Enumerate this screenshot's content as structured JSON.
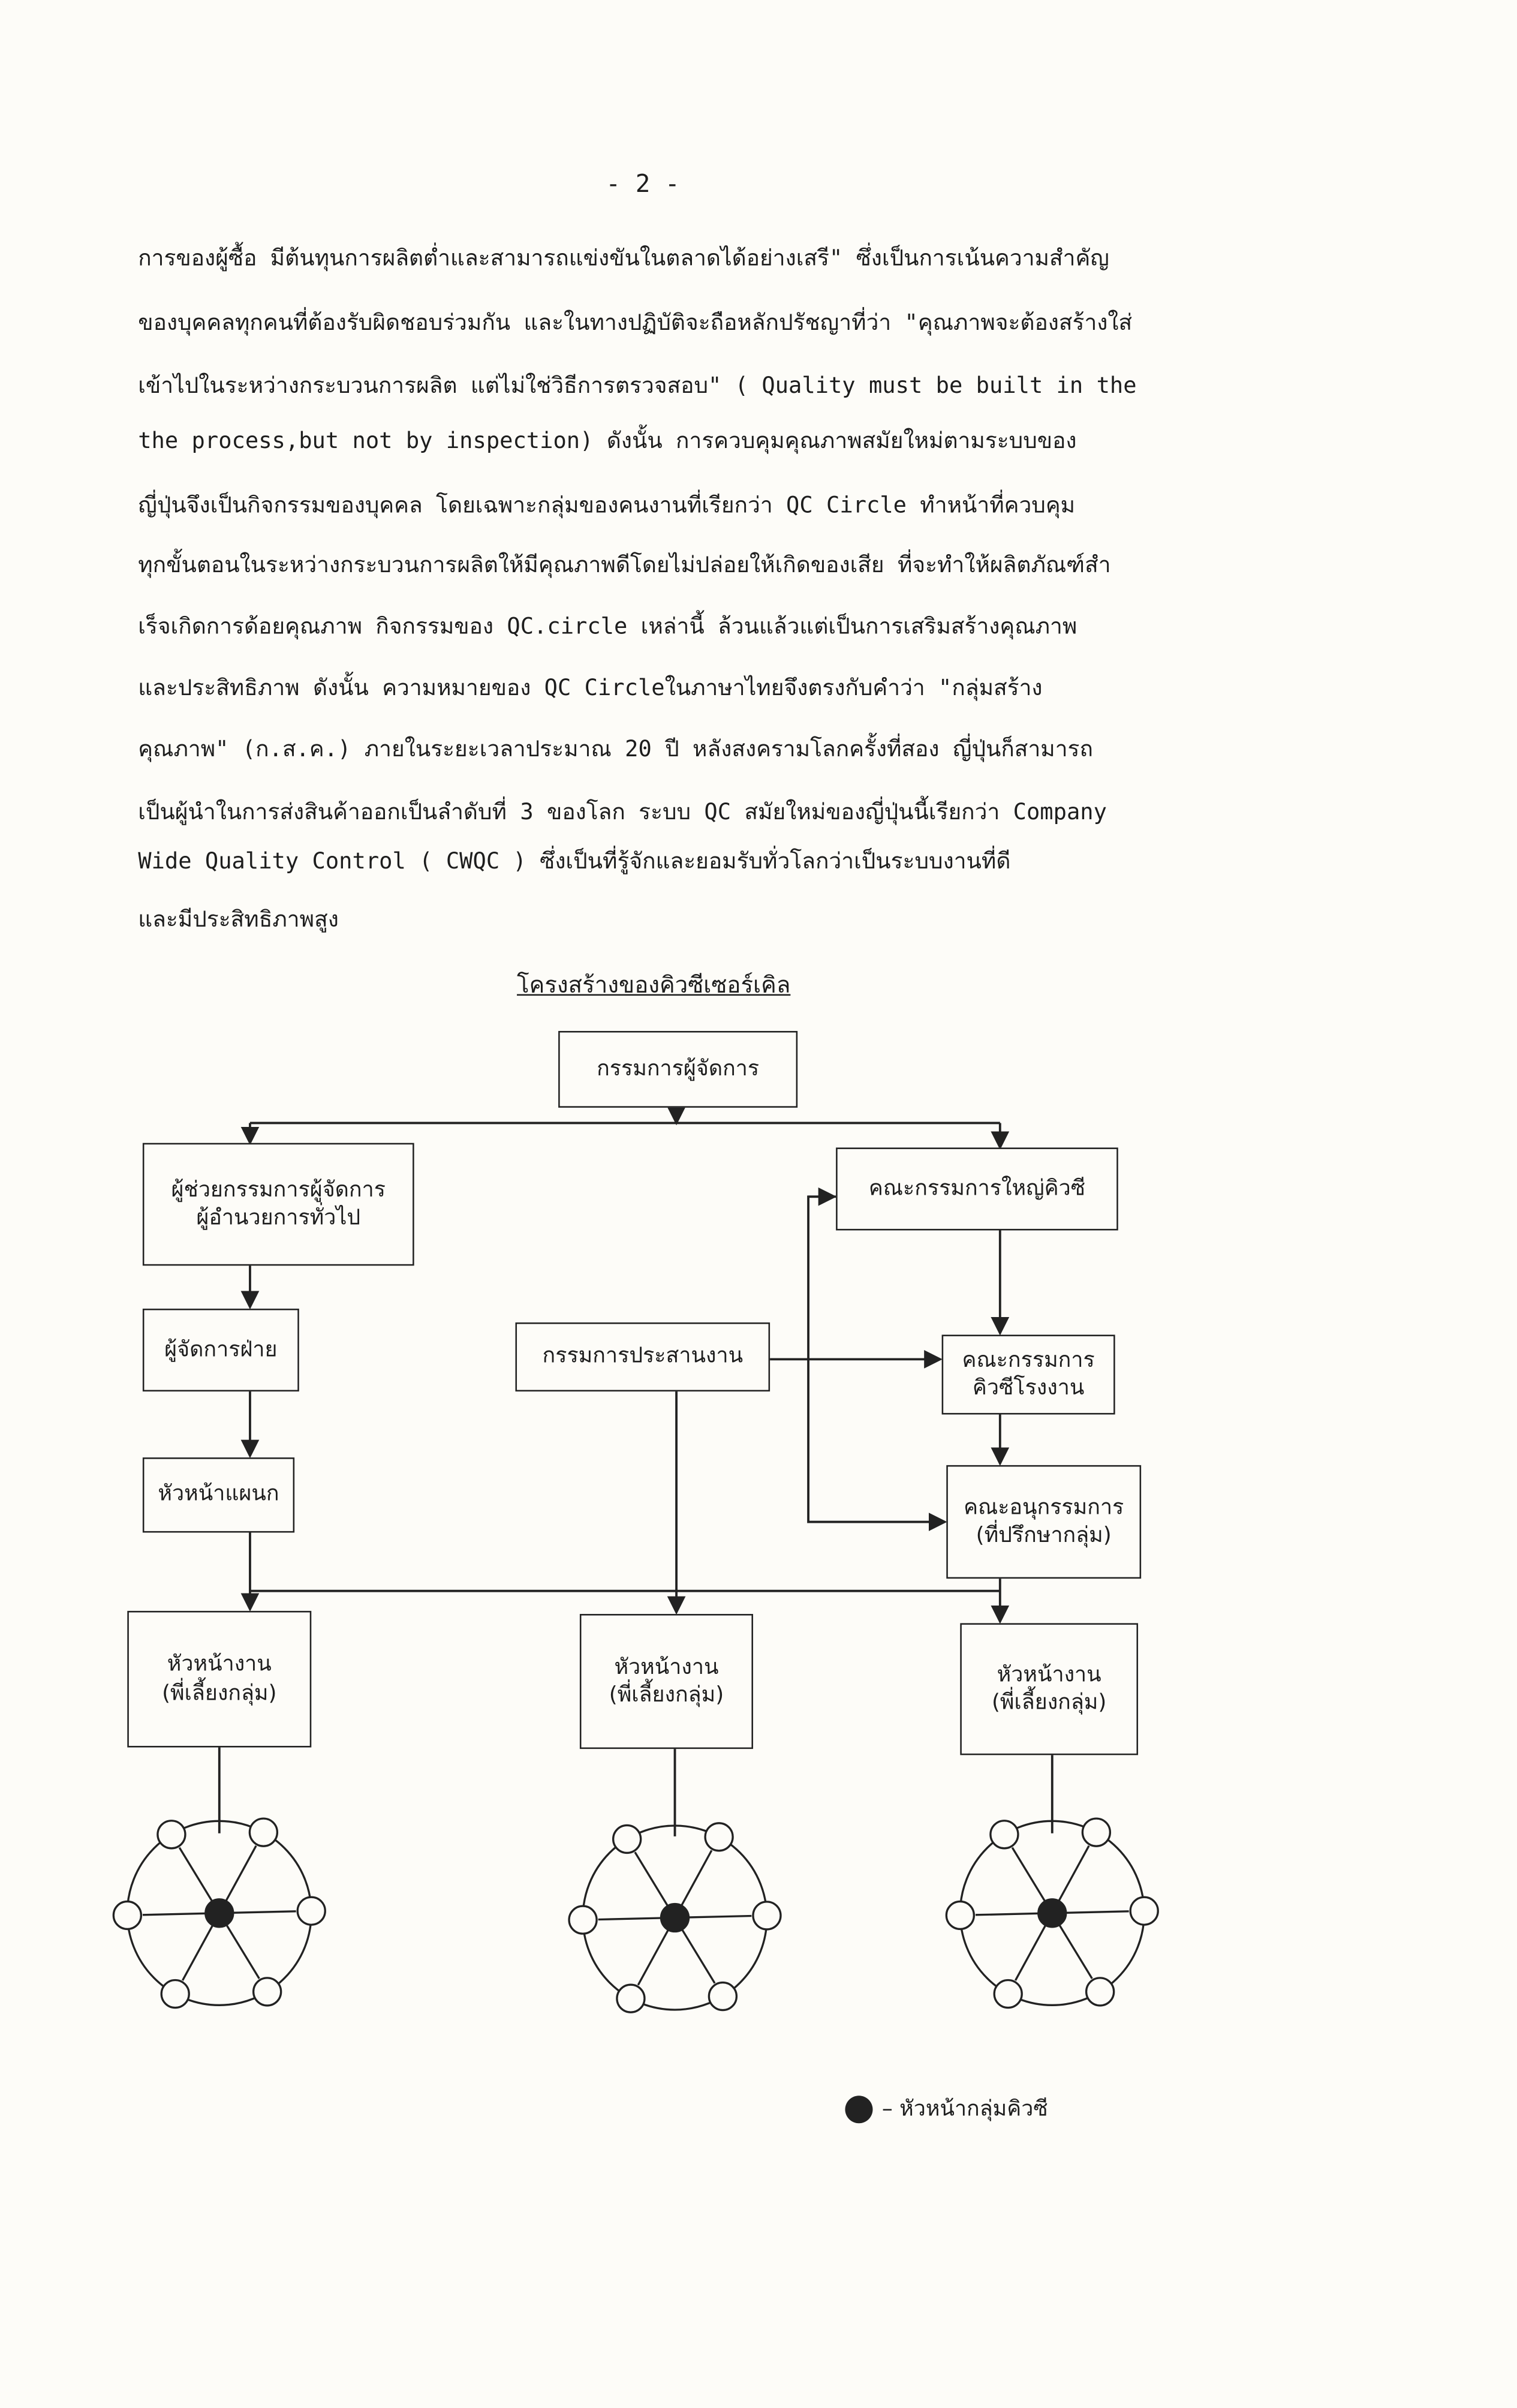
{
  "page_number": "- 2 -",
  "paragraph": [
    "การของผู้ซื้อ มีต้นทุนการผลิตต่ำและสามารถแข่งขันในตลาดได้อย่างเสรี\" ซึ่งเป็นการเน้นความสำคัญ",
    "ของบุคคลทุกคนที่ต้องรับผิดชอบร่วมกัน และในทางปฏิบัติจะถือหลักปรัชญาที่ว่า \"คุณภาพจะต้องสร้างใส่",
    "เข้าไปในระหว่างกระบวนการผลิต แต่ไม่ใช่วิธีการตรวจสอบ\" ( Quality must be built in the",
    "the  process,but not by inspection) ดังนั้น การควบคุมคุณภาพสมัยใหม่ตามระบบของ",
    "ญี่ปุ่นจึงเป็นกิจกรรมของบุคคล โดยเฉพาะกลุ่มของคนงานที่เรียกว่า QC Circle  ทำหน้าที่ควบคุม",
    "ทุกขั้นตอนในระหว่างกระบวนการผลิตให้มีคุณภาพดีโดยไม่ปล่อยให้เกิดของเสีย ที่จะทำให้ผลิตภัณฑ์สำ",
    "เร็จเกิดการด้อยคุณภาพ กิจกรรมของ QC.circle  เหล่านี้ ล้วนแล้วแต่เป็นการเสริมสร้างคุณภาพ",
    "และประสิทธิภาพ ดังนั้น ความหมายของ   QC Circleในภาษาไทยจึงตรงกับคำว่า \"กลุ่มสร้าง",
    "คุณภาพ\" (ก.ส.ค.) ภายในระยะเวลาประมาณ 20 ปี หลังสงครามโลกครั้งที่สอง ญี่ปุ่นก็สามารถ",
    "เป็นผู้นำในการส่งสินค้าออกเป็นลำดับที่ 3 ของโลก ระบบ QC สมัยใหม่ของญี่ปุ่นนี้เรียกว่า Company",
    "Wide Quality Control  ( CWQC   ) ซึ่งเป็นที่รู้จักและยอมรับทั่วโลกว่าเป็นระบบงานที่ดี",
    "และมีประสิทธิภาพสูง"
  ],
  "diagram": {
    "title": "โครงสร้างของคิวซีเซอร์เคิล",
    "md": "กรรมการผู้จัดการ",
    "asst": [
      "ผู้ช่วยกรรมการผู้จัดการ",
      "ผู้อำนวยการทั่วไป"
    ],
    "dept_mgr": "ผู้จัดการฝ่าย",
    "section_head": "หัวหน้าแผนก",
    "qc_main": "คณะกรรมการใหญ่คิวซี",
    "coord": "กรรมการประสานงาน",
    "qc_factory": [
      "คณะกรรมการ",
      "คิวซีโรงงาน"
    ],
    "subcomm": [
      "คณะอนุกรรมการ",
      "(ที่ปรึกษากลุ่ม)"
    ],
    "foreman": [
      "หัวหน้างาน",
      "(พี่เลี้ยงกลุ่ม)"
    ],
    "legend": "– หัวหน้ากลุ่มคิวซี"
  }
}
